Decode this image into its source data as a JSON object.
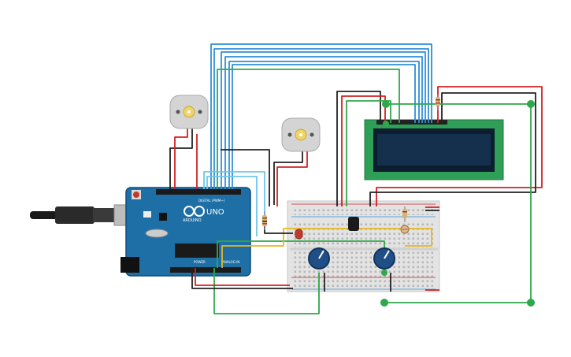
{
  "canvas": {
    "background": "#ffffff"
  },
  "arduino": {
    "brand": "UNO",
    "sub_brand": "ARDUINO",
    "digital_label": "DIGITAL (PWM~)",
    "power_label": "POWER",
    "analog_label": "ANALOG IN",
    "board_color": "#1d6fa5"
  },
  "components": {
    "motors": 2,
    "lcd": "16x2 LCD",
    "potentiometers": 2,
    "resistors": 3,
    "led_color": "#c0392b",
    "transistor": "NPN",
    "photoresistor": "LDR"
  },
  "wire_colors": {
    "blue": "#2f8fd6",
    "light_blue": "#6ec6e6",
    "green": "#2ea84a",
    "red": "#d42020",
    "black": "#222222",
    "yellow": "#e8b820"
  },
  "icons": [
    "usb-cable-icon",
    "dc-motor-icon",
    "potentiometer-icon",
    "led-icon",
    "resistor-icon",
    "transistor-icon",
    "photoresistor-icon",
    "lcd-icon"
  ]
}
